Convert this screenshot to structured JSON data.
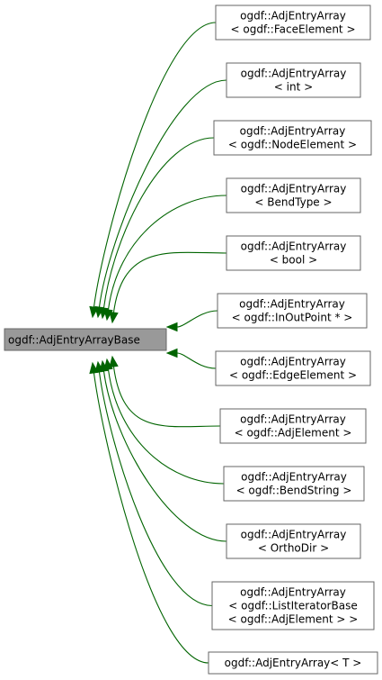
{
  "diagram": {
    "base": {
      "label": "ogdf::AdjEntryArrayBase"
    },
    "derived": [
      {
        "lines": [
          "ogdf::AdjEntryArray",
          "< ogdf::FaceElement >"
        ]
      },
      {
        "lines": [
          "ogdf::AdjEntryArray",
          "< int >"
        ]
      },
      {
        "lines": [
          "ogdf::AdjEntryArray",
          "< ogdf::NodeElement >"
        ]
      },
      {
        "lines": [
          "ogdf::AdjEntryArray",
          "< BendType >"
        ]
      },
      {
        "lines": [
          "ogdf::AdjEntryArray",
          "< bool >"
        ]
      },
      {
        "lines": [
          "ogdf::AdjEntryArray",
          "< ogdf::InOutPoint * >"
        ]
      },
      {
        "lines": [
          "ogdf::AdjEntryArray",
          "< ogdf::EdgeElement >"
        ]
      },
      {
        "lines": [
          "ogdf::AdjEntryArray",
          "< ogdf::AdjElement >"
        ]
      },
      {
        "lines": [
          "ogdf::AdjEntryArray",
          "< ogdf::BendString >"
        ]
      },
      {
        "lines": [
          "ogdf::AdjEntryArray",
          "< OrthoDir >"
        ]
      },
      {
        "lines": [
          "ogdf::AdjEntryArray",
          "< ogdf::ListIteratorBase",
          "< ogdf::AdjElement > >"
        ]
      },
      {
        "lines": [
          "ogdf::AdjEntryArray< T >"
        ]
      }
    ],
    "colors": {
      "edge": "#006400",
      "base_fill": "#999999",
      "box_border": "#666666"
    }
  }
}
